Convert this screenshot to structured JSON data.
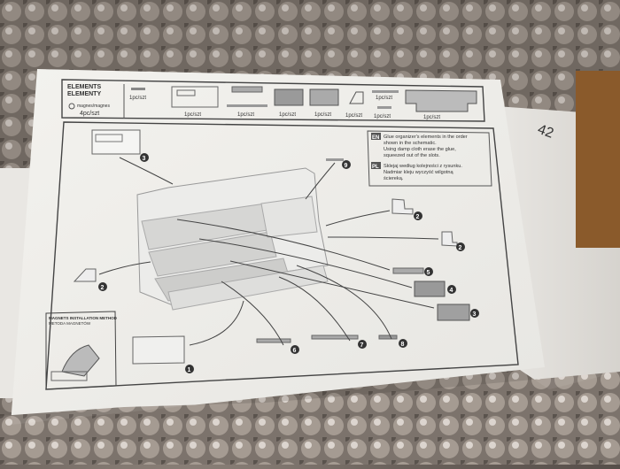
{
  "sheet": {
    "elements_title_1": "ELEMENTS",
    "elements_title_2": "ELEMENTY",
    "magnets_label": "magnes/magnes",
    "magnets_qty": "4pc/szt",
    "qty_labels": [
      "1pc/szt",
      "1pc/szt",
      "1pc/szt",
      "1pc/szt",
      "1pc/szt",
      "1pc/szt",
      "1pc/szt",
      "1pc/szt",
      "1pc/szt"
    ],
    "instructions": {
      "en_code": "EN",
      "en_text": [
        "Glue organizer's elements in the order",
        "shown in the schematic.",
        "Using damp cloth erase the glue,",
        "squeezed out of the slots."
      ],
      "pl_code": "PL",
      "pl_text": [
        "Sklejaj według kolejności z rysunku.",
        "Nadmiar kleju wyczyść wilgotną",
        "ściereką."
      ]
    },
    "magnet_box_title_1": "MAGNETS INSTALLATION METHOD",
    "magnet_box_title_2": "METODA MAGNETÓW",
    "callouts": [
      "1",
      "2",
      "2",
      "2",
      "3",
      "3",
      "4",
      "5",
      "6",
      "7",
      "8",
      "9"
    ]
  },
  "box_flap_text": "42"
}
